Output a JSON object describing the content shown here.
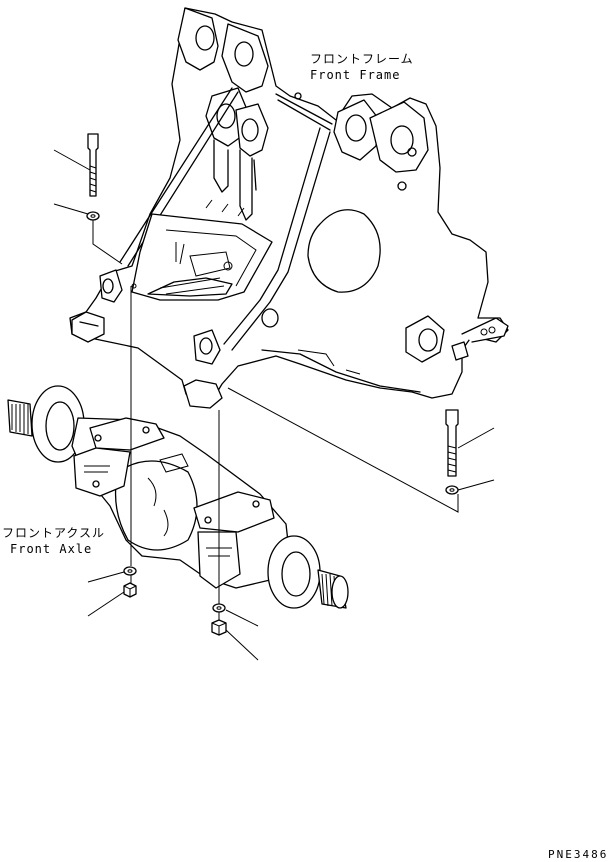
{
  "labels": {
    "front_frame_jp": "フロントフレーム",
    "front_frame_en": "Front Frame",
    "front_axle_jp": "フロントアクスル",
    "front_axle_en": "Front Axle"
  },
  "drawing_code": "PNE3486"
}
